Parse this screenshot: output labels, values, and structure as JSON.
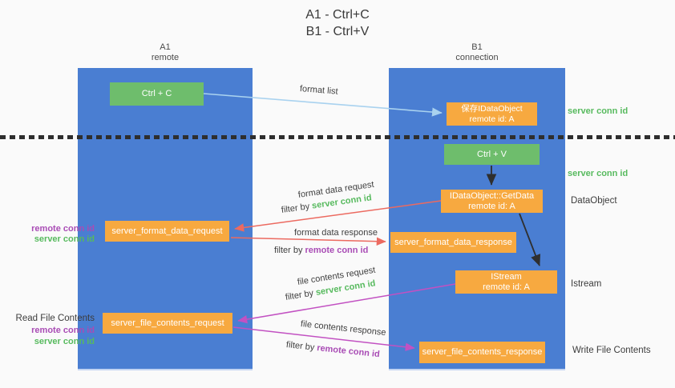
{
  "title": {
    "line1": "A1 - Ctrl+C",
    "line2": "B1 - Ctrl+V"
  },
  "columns": {
    "left": {
      "name": "A1",
      "role": "remote"
    },
    "right": {
      "name": "B1",
      "role": "connection"
    }
  },
  "boxes": {
    "ctrl_c": "Ctrl + C",
    "ctrl_v": "Ctrl + V",
    "save_dataobject": {
      "line1": "保存IDataObject",
      "line2": "remote id: A"
    },
    "getdata": {
      "line1": "IDataObject::GetData",
      "line2": "remote id: A"
    },
    "istream": {
      "line1": "IStream",
      "line2": "remote id: A"
    },
    "format_data_request": "server_format_data_request",
    "format_data_response": "server_format_data_response",
    "file_contents_request": "server_file_contents_request",
    "file_contents_response": "server_file_contents_response"
  },
  "side_labels": {
    "server_conn_id_top": "server conn id",
    "server_conn_id_mid": "server conn id",
    "dataobject": "DataObject",
    "istream": "Istream",
    "write_file_contents": "Write File Contents",
    "read_file_contents": "Read File Contents",
    "remote_conn_id_left1": "remote conn id",
    "server_conn_id_left1": "server conn id",
    "remote_conn_id_left2": "remote conn id",
    "server_conn_id_left2": "server conn id"
  },
  "arrow_labels": {
    "format_list": "format list",
    "format_data_request": "format data request",
    "filter_by_1": {
      "prefix": "filter by",
      "keyword": "server conn id"
    },
    "format_data_response": "format data response",
    "filter_by_2": {
      "prefix": "filter by",
      "keyword": "remote conn id"
    },
    "file_contents_request": "file contents request",
    "filter_by_3": {
      "prefix": "filter by",
      "keyword": "server conn id"
    },
    "file_contents_response": "file contents response",
    "filter_by_4": {
      "prefix": "filter by",
      "keyword": "remote conn id"
    }
  },
  "colors": {
    "column_blue": "#4a7ed2",
    "box_green": "#6ebd6c",
    "box_orange": "#f7a940",
    "green_text": "#57ba5e",
    "purple_text": "#a94cb5",
    "red_arrow": "#ec6a60",
    "magenta_arrow": "#c251c2",
    "light_blue_arrow": "#a9d2ef",
    "black_arrow": "#2f2f2f"
  }
}
